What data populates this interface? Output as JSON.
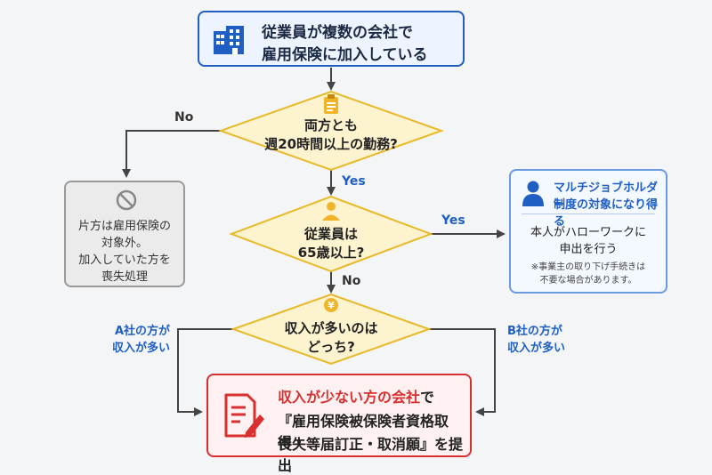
{
  "top": {
    "line1": "従業員が複数の会社で",
    "line2": "雇用保険に加入している"
  },
  "q1": {
    "line1": "両方とも",
    "line2": "週20時間以上の勤務?"
  },
  "q2": {
    "line1": "従業員は",
    "line2": "65歳以上?"
  },
  "q3": {
    "line1": "収入が多いのは",
    "line2": "どっち?"
  },
  "labels": {
    "no1": "No",
    "yes1": "Yes",
    "yes2": "Yes",
    "no2": "No",
    "a_line1": "A社の方が",
    "a_line2": "収入が多い",
    "b_line1": "B社の方が",
    "b_line2": "収入が多い"
  },
  "left_box": {
    "lines": [
      "片方は雇用保険の",
      "対象外。",
      "加入していた方を",
      "喪失処理"
    ]
  },
  "right_box": {
    "head1": "マルチジョブホルダー",
    "head2": "制度の対象になり得る",
    "body1": "本人がハローワークに",
    "body2": "申出を行う",
    "note1": "※事業主の取り下げ手続きは",
    "note2": "不要な場合があります。"
  },
  "bottom_box": {
    "highlight": "収入が少ない方の会社",
    "line1_rest": "で",
    "line2": "『雇用保険被保険者資格取得・",
    "line3": "喪失等届訂正・取消願』を提出"
  },
  "colors": {
    "primary_blue": "#1f5fc4",
    "diamond_fill": "#fdf3cf",
    "diamond_stroke": "#e8b928",
    "alert_red": "#d8302f",
    "neutral_grey": "#9a9a9a"
  },
  "icons": [
    "building-icon",
    "clipboard-icon",
    "person-icon",
    "yen-icon",
    "prohibited-icon",
    "user-icon",
    "document-pen-icon"
  ]
}
